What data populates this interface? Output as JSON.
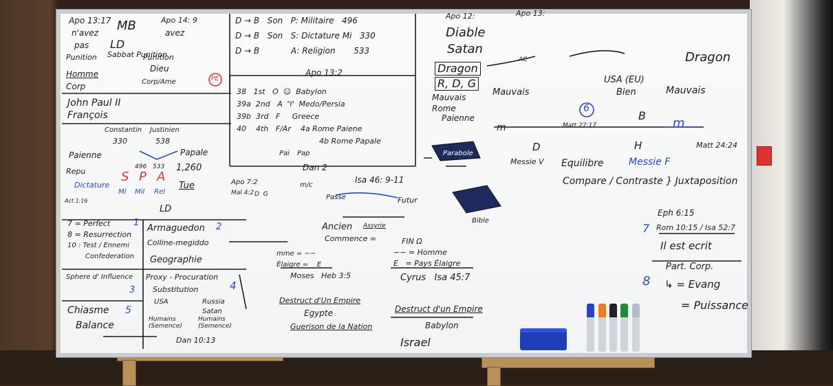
{
  "c1": {
    "a1": "Apo 13:17",
    "a2": "n'avez",
    "a3": "pas",
    "a4": "Punition",
    "mb": "MB",
    "ld": "LD",
    "sab": "Sabbat Punition",
    "a14": "Apo 14: 9",
    "avez": "avez",
    "pun": "Punition",
    "dieu": "Dieu",
    "homme": "Homme",
    "corp": "Corp",
    "ca": "Corp/Ame",
    "pe": "PE",
    "jp": "John Paul II",
    "fr": "François",
    "cons": "Constantin",
    "just": "Justinien",
    "y330": "330",
    "y538": "538",
    "pai": "Paienne",
    "pap": "Papale",
    "rep": "Repu",
    "dict": "Dictature",
    "s": "S",
    "p": "P",
    "a": "A",
    "n496": "496",
    "n533": "533",
    "n1260": "1,260",
    "mi": "Mi",
    "mil": "Mil",
    "rel": "Rel",
    "tue": "Tue",
    "act": "Act 1:16",
    "ld2": "LD"
  },
  "c2": {
    "r1": "D → B   Son   P: Militaire   496",
    "r2": "D → B   Son   S: Dictature Mi   330",
    "r3": "D → B            A: Religion       533",
    "apo132": "Apo 13:2",
    "l1": "38   1st   O  ☺  Babylon",
    "l2": "39a  2nd   A  ♈  Medo/Persia",
    "l3": "39b  3rd   F     Greece",
    "l4": "40    4th   F/Ar    4a Rome Paiene",
    "l5": "4b Rome Papale",
    "pai": "Pai",
    "pap": "Pap",
    "dan2": "Dan 2",
    "apo72": "Apo 7:2",
    "mal": "Mal 4:2",
    "dg": "D  G",
    "mc": "m/c",
    "isa": "Isa 46: 9-11",
    "passe": "Passe",
    "futur": "Futur",
    "ancien": "Ancien",
    "assyrie": "Assyrie",
    "commence": "Commence ∞",
    "me": "mme = ∽∽",
    "elai": "Élaigre =    E",
    "moses": "Moses   Heb 3:5",
    "fin": "FIN Ω",
    "eh": "∽∽ = Homme",
    "ep": "E   = Pays Élaigre",
    "cyrus": "Cyrus   Isa 45:7",
    "de1": "Destruct d'Un Empire",
    "egypte": "Egypte",
    "guer": "Guerison de la Nation",
    "de2": "Destruct d'un Empire",
    "babylon": "Babylon",
    "israel": "Israel"
  },
  "c3": {
    "p1": "7 = Perfect",
    "p2": "8 = Resurrection",
    "p3": "10 : Test / Ennemi",
    "p4": "Confederation",
    "n1": "1",
    "arm": "Armaguedon",
    "n2": "2",
    "coll": "Colline-megiddo",
    "geo": "Geographie",
    "sph": "Sphere d' Influence",
    "n3": "3",
    "proxy": "Proxy - Procuration",
    "subs": "Substitution",
    "n4": "4",
    "usa": "USA",
    "russia": "Russia",
    "satan": "Satan",
    "hum1": "Humains\n(Semence)",
    "hum2": "Humains\n(Semence)",
    "dan": "Dan 10:13",
    "chi": "Chiasme",
    "n5": "5",
    "bal": "Balance"
  },
  "c4": {
    "apo12": "Apo 12:",
    "diable": "Diable",
    "satan": "Satan",
    "dragon": "Dragon",
    "rdg": "R, D, G",
    "mauv": "Mauvais",
    "rome": "Rome",
    "pai": "Paienne",
    "parab": "Parabole",
    "bible": "Bible",
    "apo13": "Apo 13:",
    "mauv2": "Mauvais",
    "ac": "AC",
    "usa": "USA (EU)",
    "bien": "Bien",
    "drag2": "Dragon",
    "mauv3": "Mauvais",
    "n6": "6",
    "b": "B",
    "m1": "m",
    "m2": "m",
    "matt27": "Matt 27:17",
    "d": "D",
    "h": "H",
    "matt24": "Matt 24:24",
    "messv": "Messie V",
    "equi": "Equilibre",
    "messf": "Messie F",
    "comp": "Compare / Contraste } Juxtaposition",
    "eph": "Eph 6:15",
    "n7": "7",
    "rom": "Rom 10:15 / Isa 52:7",
    "ilest": "Il est ecrit",
    "part": "Part. Corp.",
    "n8": "8",
    "evang": "↳ = Evang",
    "puis": "= Puissance"
  }
}
